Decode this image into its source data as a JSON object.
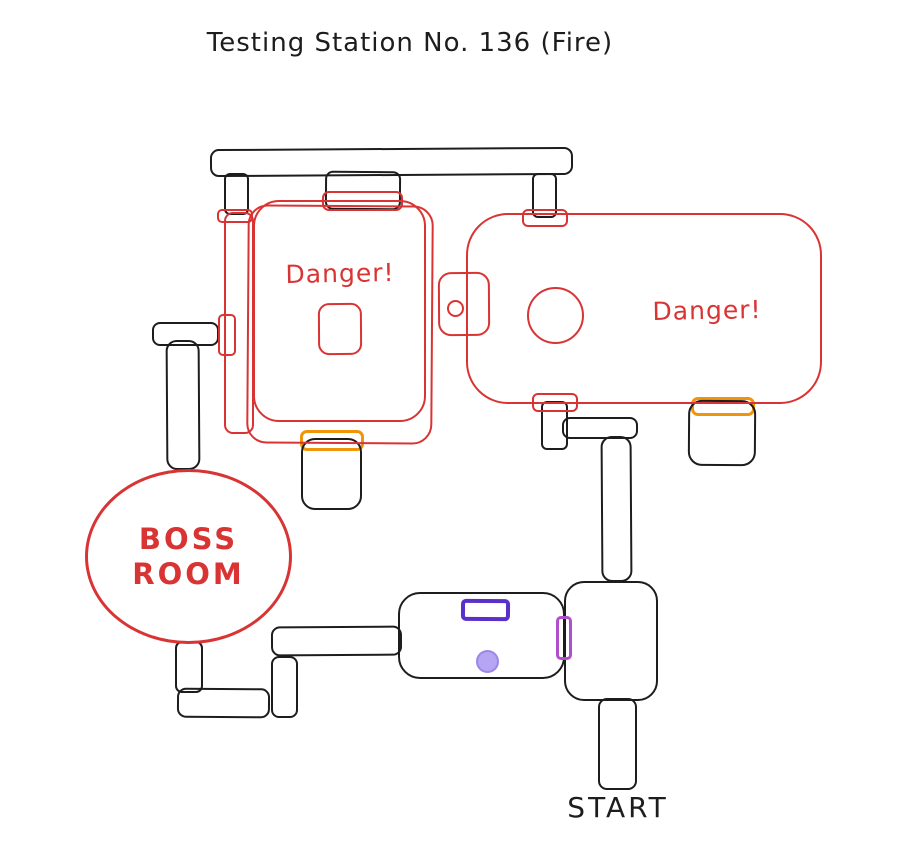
{
  "title": {
    "text": "Testing Station No. 136 (Fire)"
  },
  "labels": {
    "danger_left": "Danger!",
    "danger_right": "Danger!",
    "boss_line1": "BOSS",
    "boss_line2": "ROOM",
    "start": "START"
  },
  "colors": {
    "ink": "#1d1d1d",
    "danger_red": "#d93434",
    "door_orange": "#f0940a",
    "marker_violet": "#5b2fc9",
    "door_magenta": "#af4fc9",
    "dot_lavender_fill": "#b5a5f2",
    "dot_lavender_stroke": "#9b87ea"
  }
}
